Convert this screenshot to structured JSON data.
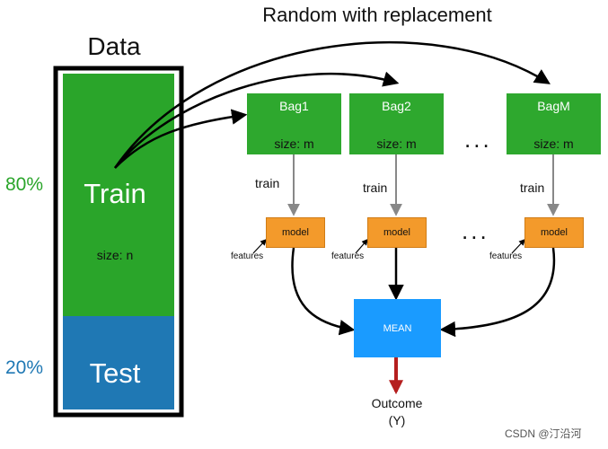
{
  "title": "Random with replacement",
  "data_label": "Data",
  "train_pct": "80%",
  "test_pct": "20%",
  "train_label": "Train",
  "test_label": "Test",
  "train_size": "size: n",
  "bags": [
    {
      "name": "Bag1",
      "size": "size: m"
    },
    {
      "name": "Bag2",
      "size": "size: m"
    },
    {
      "name": "BagM",
      "size": "size: m"
    }
  ],
  "train_word": "train",
  "model_label": "model",
  "features_label": "features",
  "ellipsis": "...",
  "mean_label": "MEAN",
  "outcome_line1": "Outcome",
  "outcome_line2": "(Y)",
  "watermark": "CSDN @汀沿河",
  "colors": {
    "train": "#2aa52a",
    "test": "#1f78b4",
    "bag": "#2ea82e",
    "model": "#f39a2b",
    "mean": "#1a9bff",
    "outcome_arrow": "#b51f1f"
  }
}
